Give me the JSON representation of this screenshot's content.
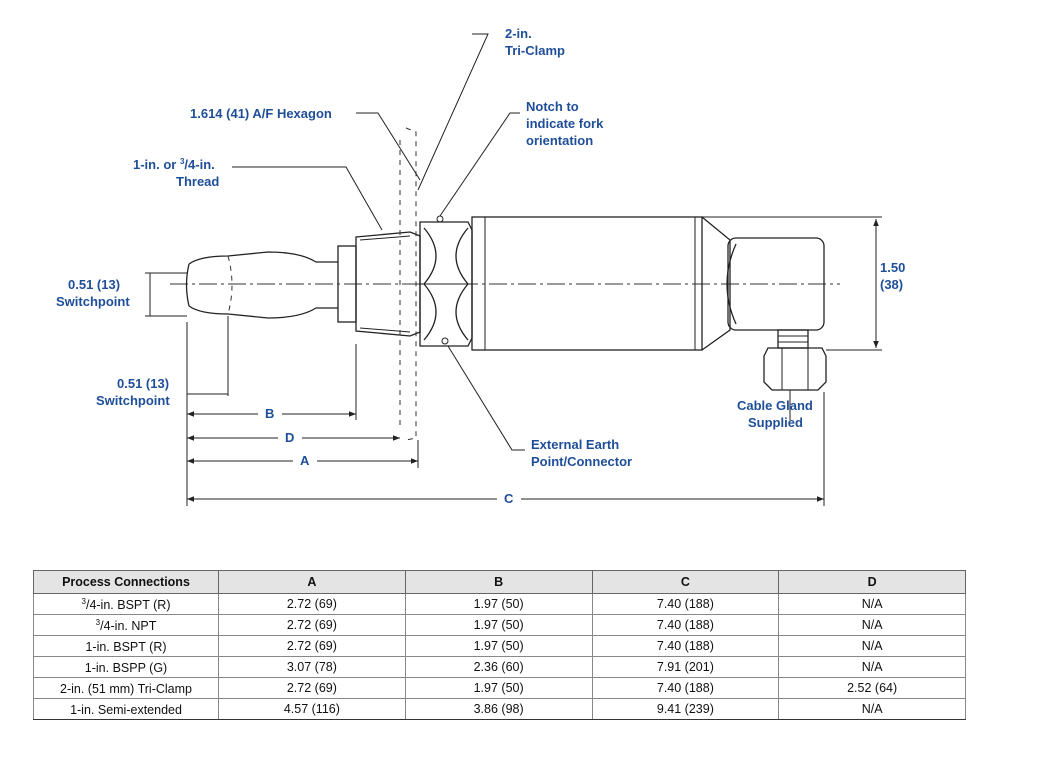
{
  "diagram": {
    "labels": {
      "tri_clamp_1": "2-in.",
      "tri_clamp_2": "Tri-Clamp",
      "hexagon": "1.614 (41) A/F Hexagon",
      "notch_1": "Notch to",
      "notch_2": "indicate fork",
      "notch_3": "orientation",
      "thread_pre": "1-in. or ",
      "thread_sup": "3",
      "thread_post": "/4-in.",
      "thread_2": "Thread",
      "switchpoint_value": "0.51 (13)",
      "switchpoint_label": "Switchpoint",
      "switchpoint2_value": "0.51 (13)",
      "switchpoint2_label": "Switchpoint",
      "dim_b": "B",
      "dim_d": "D",
      "dim_a": "A",
      "dim_c": "C",
      "height_value": "1.50",
      "height_mm": "(38)",
      "cable_gland_1": "Cable Gland",
      "cable_gland_2": "Supplied",
      "earth_1": "External Earth",
      "earth_2": "Point/Connector"
    }
  },
  "table": {
    "headers": [
      "Process Connections",
      "A",
      "B",
      "C",
      "D"
    ],
    "rows": [
      {
        "sup": "3",
        "conn": "/4-in. BSPT (R)",
        "a": "2.72 (69)",
        "b": "1.97 (50)",
        "c": "7.40 (188)",
        "d": "N/A"
      },
      {
        "sup": "3",
        "conn": "/4-in. NPT",
        "a": "2.72 (69)",
        "b": "1.97 (50)",
        "c": "7.40 (188)",
        "d": "N/A"
      },
      {
        "sup": "",
        "conn": "1-in. BSPT (R)",
        "a": "2.72 (69)",
        "b": "1.97 (50)",
        "c": "7.40 (188)",
        "d": "N/A"
      },
      {
        "sup": "",
        "conn": "1-in. BSPP (G)",
        "a": "3.07 (78)",
        "b": "2.36 (60)",
        "c": "7.91 (201)",
        "d": "N/A"
      },
      {
        "sup": "",
        "conn": "2-in. (51 mm) Tri-Clamp",
        "a": "2.72 (69)",
        "b": "1.97 (50)",
        "c": "7.40 (188)",
        "d": "2.52 (64)"
      },
      {
        "sup": "",
        "conn": "1-in. Semi-extended",
        "a": "4.57 (116)",
        "b": "3.86 (98)",
        "c": "9.41 (239)",
        "d": "N/A"
      }
    ]
  },
  "colors": {
    "label_blue": "#1f4e99",
    "line": "#222222",
    "header_bg": "#e4e4e4"
  }
}
